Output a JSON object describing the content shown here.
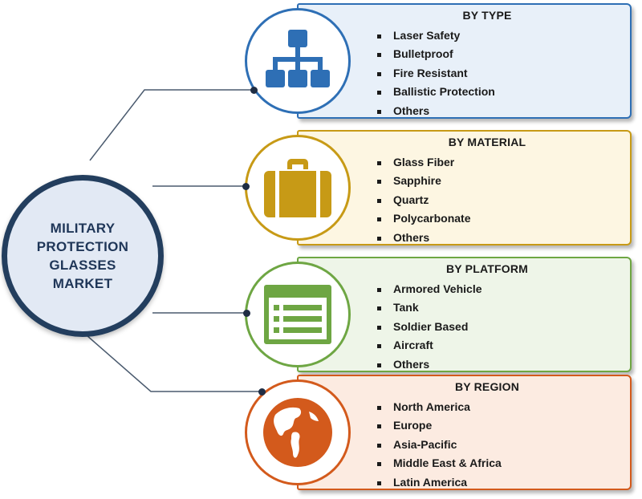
{
  "hub": {
    "title": "MILITARY\nPROTECTION\nGLASSES\nMARKET"
  },
  "segments": [
    {
      "heading": "BY TYPE",
      "icon": "hierarchy-icon",
      "accent": "#2e6fb5",
      "panel_color": "#e8f0f9",
      "items": [
        "Laser Safety",
        "Bulletproof",
        "Fire Resistant",
        "Ballistic Protection",
        "Others"
      ]
    },
    {
      "heading": "BY MATERIAL",
      "icon": "briefcase-icon",
      "accent": "#c79a16",
      "panel_color": "#fdf6e2",
      "items": [
        "Glass Fiber",
        "Sapphire",
        "Quartz",
        "Polycarbonate",
        "Others"
      ]
    },
    {
      "heading": "BY PLATFORM",
      "icon": "list-form-icon",
      "accent": "#6ea643",
      "panel_color": "#eef5e8",
      "items": [
        "Armored Vehicle",
        "Tank",
        "Soldier Based",
        "Aircraft",
        "Others"
      ]
    },
    {
      "heading": "BY REGION",
      "icon": "globe-icon",
      "accent": "#d35a1c",
      "panel_color": "#fcebe1",
      "items": [
        "North America",
        "Europe",
        "Asia-Pacific",
        "Middle East & Africa",
        "Latin America"
      ]
    }
  ]
}
